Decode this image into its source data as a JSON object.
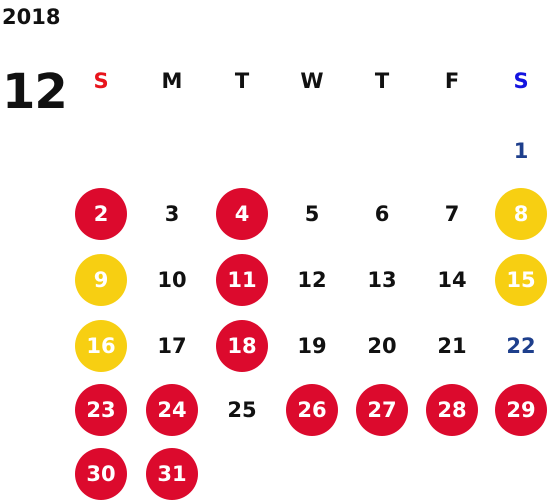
{
  "calendar": {
    "year": "2018",
    "month": "12",
    "weekdays": [
      {
        "label": "S",
        "color": "#e8141c"
      },
      {
        "label": "M",
        "color": "#111111"
      },
      {
        "label": "T",
        "color": "#111111"
      },
      {
        "label": "W",
        "color": "#111111"
      },
      {
        "label": "T",
        "color": "#111111"
      },
      {
        "label": "F",
        "color": "#111111"
      },
      {
        "label": "S",
        "color": "#1414e0"
      }
    ],
    "colors": {
      "red": "#dc0a2d",
      "yellow": "#f7cf12",
      "blue_text": "#1e3f8c",
      "plain_text": "#111111",
      "circle_text": "#ffffff"
    },
    "weeks": [
      [
        null,
        null,
        null,
        null,
        null,
        null,
        {
          "day": "1",
          "style": "blue"
        }
      ],
      [
        {
          "day": "2",
          "style": "red"
        },
        {
          "day": "3",
          "style": "plain"
        },
        {
          "day": "4",
          "style": "red"
        },
        {
          "day": "5",
          "style": "plain"
        },
        {
          "day": "6",
          "style": "plain"
        },
        {
          "day": "7",
          "style": "plain"
        },
        {
          "day": "8",
          "style": "yellow"
        }
      ],
      [
        {
          "day": "9",
          "style": "yellow"
        },
        {
          "day": "10",
          "style": "plain"
        },
        {
          "day": "11",
          "style": "red"
        },
        {
          "day": "12",
          "style": "plain"
        },
        {
          "day": "13",
          "style": "plain"
        },
        {
          "day": "14",
          "style": "plain"
        },
        {
          "day": "15",
          "style": "yellow"
        }
      ],
      [
        {
          "day": "16",
          "style": "yellow"
        },
        {
          "day": "17",
          "style": "plain"
        },
        {
          "day": "18",
          "style": "red"
        },
        {
          "day": "19",
          "style": "plain"
        },
        {
          "day": "20",
          "style": "plain"
        },
        {
          "day": "21",
          "style": "plain"
        },
        {
          "day": "22",
          "style": "blue"
        }
      ],
      [
        {
          "day": "23",
          "style": "red"
        },
        {
          "day": "24",
          "style": "red"
        },
        {
          "day": "25",
          "style": "plain"
        },
        {
          "day": "26",
          "style": "red"
        },
        {
          "day": "27",
          "style": "red"
        },
        {
          "day": "28",
          "style": "red"
        },
        {
          "day": "29",
          "style": "red"
        }
      ],
      [
        {
          "day": "30",
          "style": "red"
        },
        {
          "day": "31",
          "style": "red"
        },
        null,
        null,
        null,
        null,
        null
      ]
    ]
  }
}
